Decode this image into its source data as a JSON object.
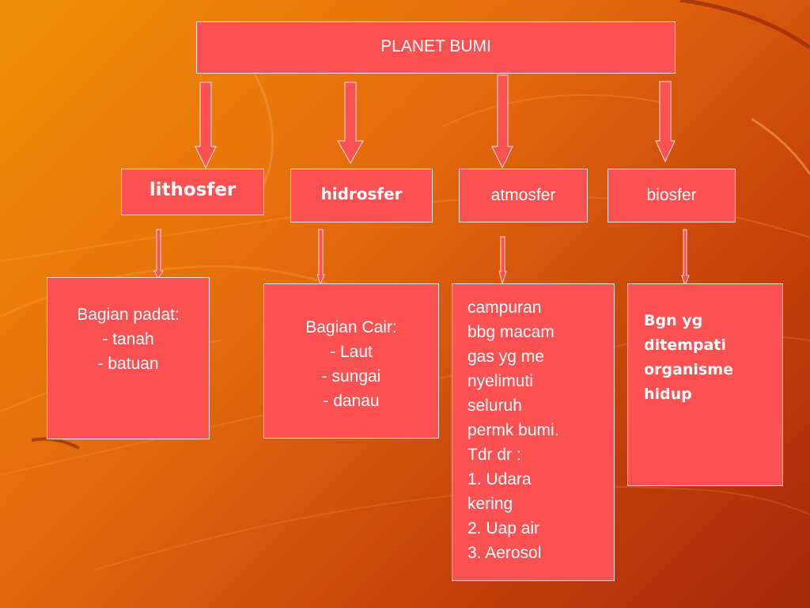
{
  "root": {
    "label": "PLANET BUMI"
  },
  "layers": [
    {
      "label": "lithosfer"
    },
    {
      "label": "hidrosfer"
    },
    {
      "label": "atmosfer"
    },
    {
      "label": "biosfer"
    }
  ],
  "descriptions": [
    {
      "lines": [
        "Bagian padat:",
        "- tanah",
        "- batuan"
      ]
    },
    {
      "lines": [
        "Bagian Cair:",
        "- Laut",
        "- sungai",
        "- danau"
      ]
    },
    {
      "lines": [
        "campuran",
        "bbg macam",
        "gas yg me",
        "nyelimuti",
        "seluruh",
        "permk bumi.",
        "Tdr dr :",
        "1. Udara",
        "kering",
        "2. Uap air",
        "3. Aerosol"
      ]
    },
    {
      "lines": [
        "Bgn yg",
        "ditempati",
        "organisme",
        "hidup"
      ]
    }
  ],
  "colors": {
    "box_fill": "#fb5153",
    "box_border": "#fbe2dc",
    "text": "#ffffff",
    "arrow_fill": "#fb5153",
    "background_start": "#f19007",
    "background_end": "#a42a08"
  },
  "background": "orange-red-gradient-with-curved-swirl-lines"
}
